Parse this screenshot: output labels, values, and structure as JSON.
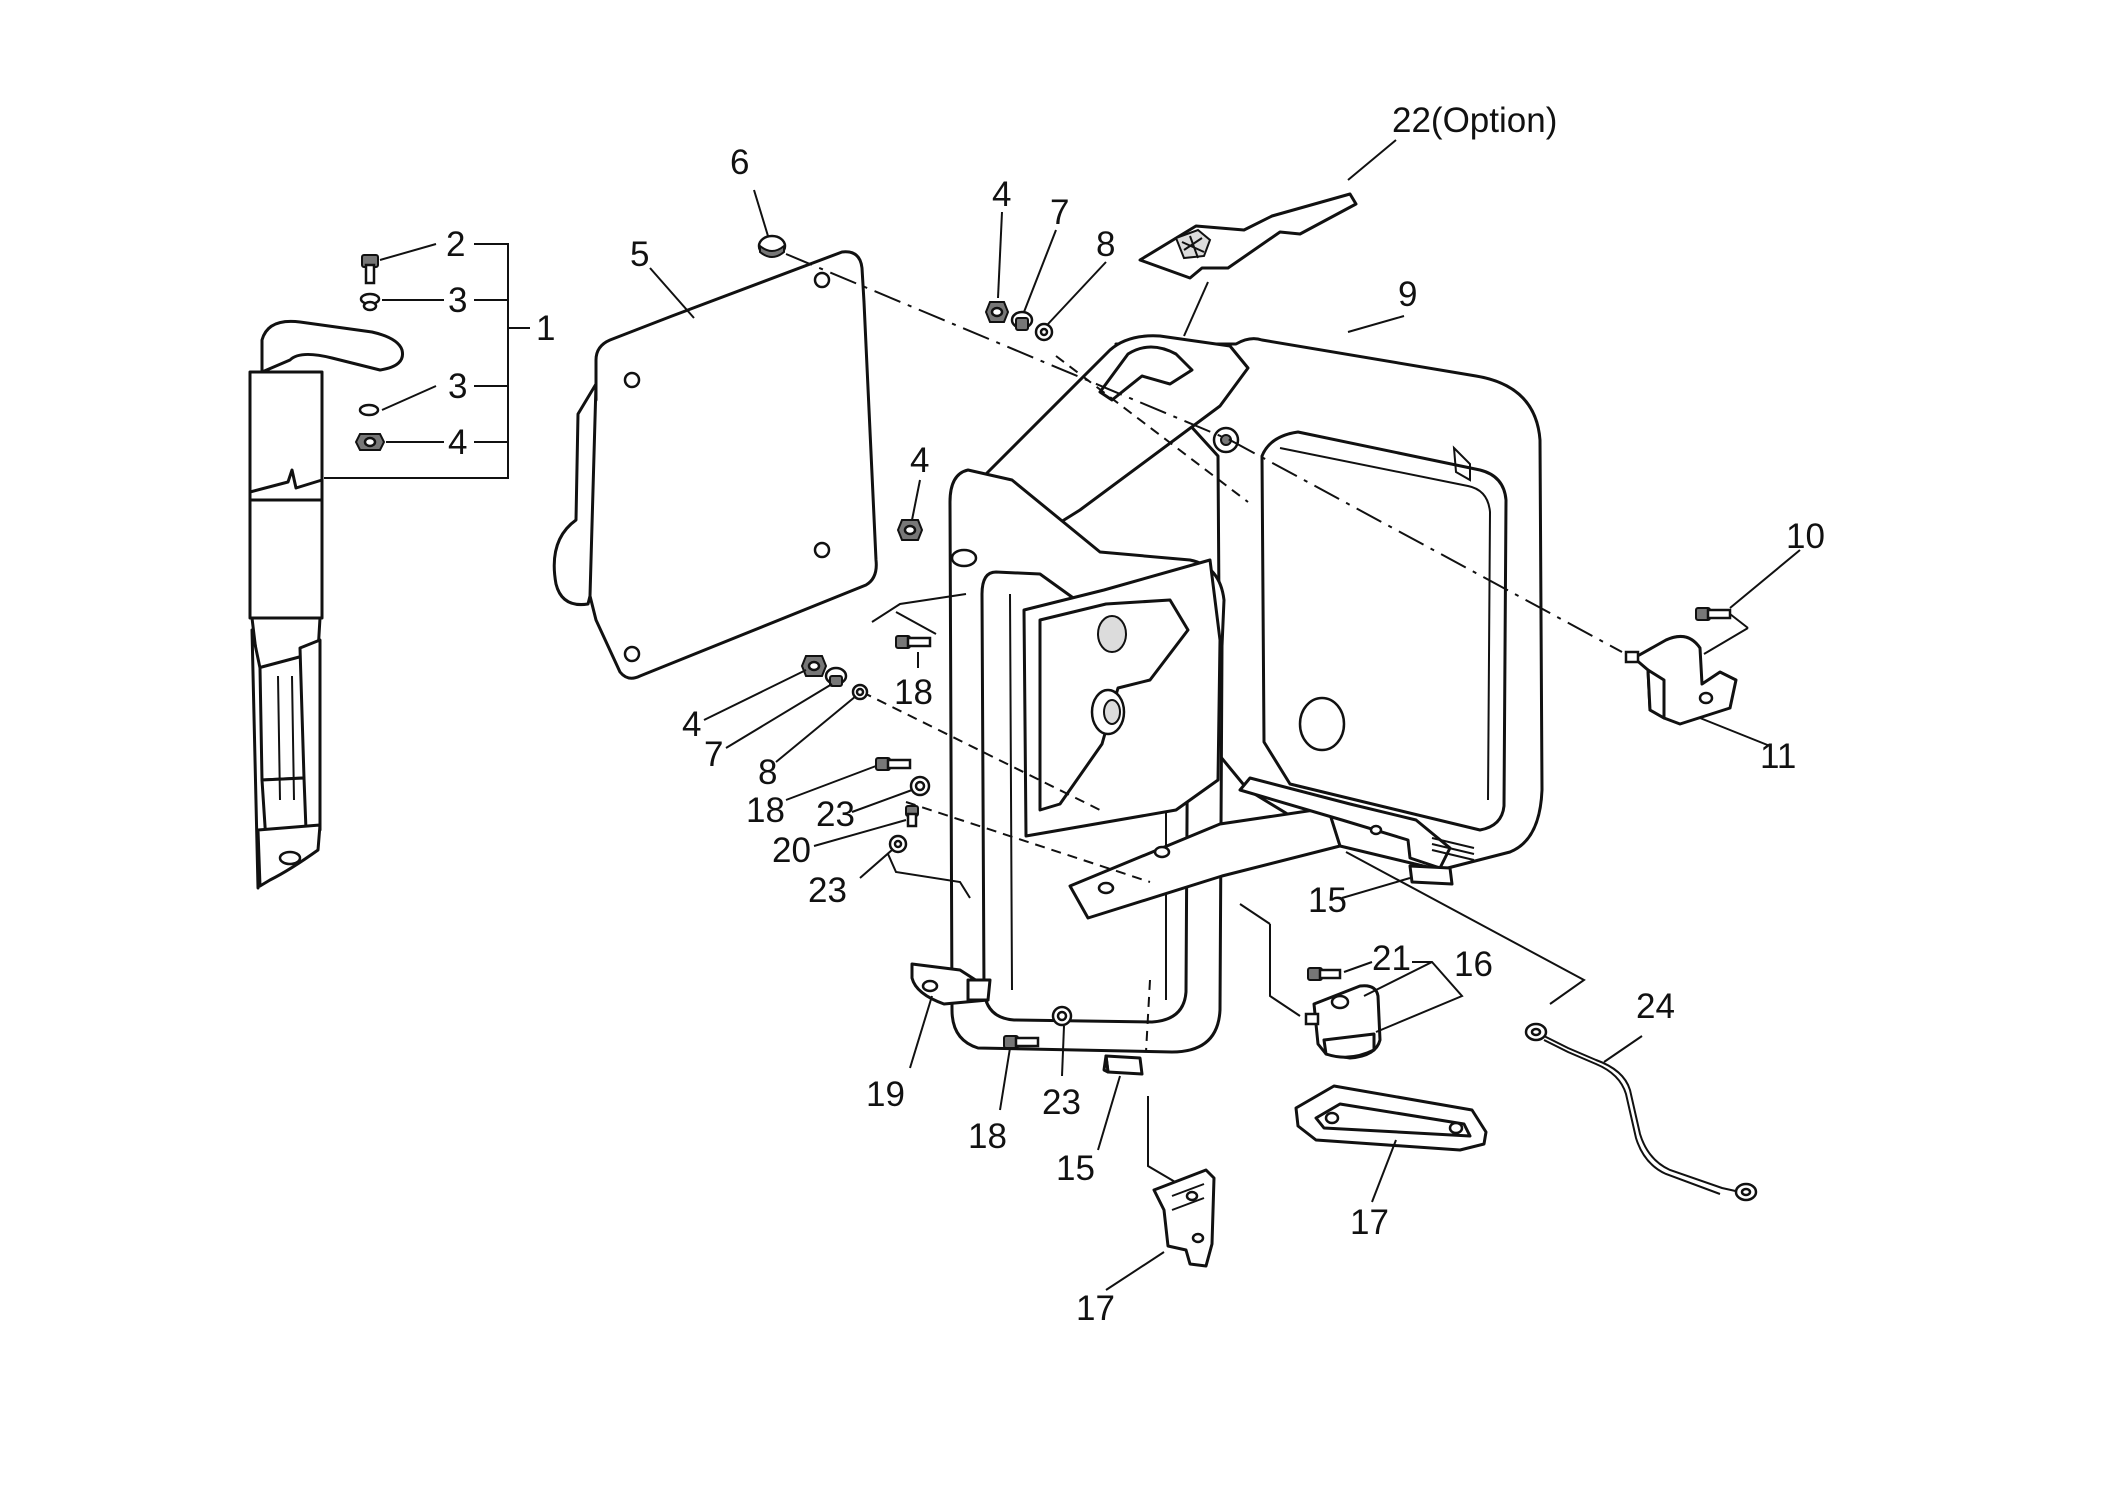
{
  "diagram": {
    "labels": {
      "l1": "1",
      "l2": "2",
      "l3a": "3",
      "l3b": "3",
      "l4a": "4",
      "l4b": "4",
      "l4c": "4",
      "l4d": "4",
      "l5": "5",
      "l6": "6",
      "l7a": "7",
      "l7b": "7",
      "l8a": "8",
      "l8b": "8",
      "l9": "9",
      "l10": "10",
      "l11": "11",
      "l15a": "15",
      "l15b": "15",
      "l16": "16",
      "l17a": "17",
      "l17b": "17",
      "l18a": "18",
      "l18b": "18",
      "l18c": "18",
      "l19": "19",
      "l20": "20",
      "l21": "21",
      "l22": "22(Option)",
      "l23a": "23",
      "l23b": "23",
      "l23c": "23",
      "l24": "24"
    }
  }
}
